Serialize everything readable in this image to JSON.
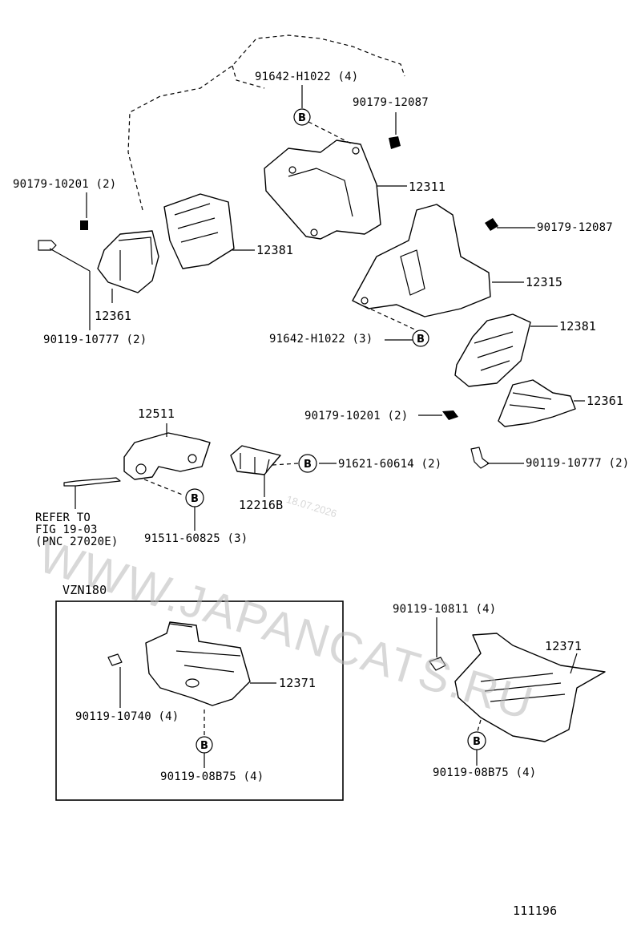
{
  "diagram": {
    "labels": {
      "l1": "91642-H1022 (4)",
      "l2": "90179-12087",
      "l3": "90179-10201 (2)",
      "l4": "12311",
      "l5": "90179-12087",
      "l6": "12381",
      "l7": "12315",
      "l8": "12361",
      "l9": "90119-10777 (2)",
      "l10": "91642-H1022 (3)",
      "l11": "12381",
      "l12": "12361",
      "l13": "12511",
      "l14": "90179-10201 (2)",
      "l15": "91621-60614 (2)",
      "l16": "90119-10777 (2)",
      "l17": "12216B",
      "l18": "91511-60825 (3)",
      "l19": "VZN180",
      "l20": "90119-10811 (4)",
      "l21": "12371",
      "l22": "12371",
      "l23": "90119-10740 (4)",
      "l24": "90119-08B75 (4)",
      "l25": "90119-08B75 (4)",
      "l26": "111196"
    },
    "refer": {
      "line1": "REFER TO",
      "line2": "FIG 19-03",
      "line3": "(PNC 27020E)"
    },
    "callout_letter": "B",
    "watermark": "WWW.JAPANCATS.RU",
    "watermark_date": "18.07.2026"
  }
}
